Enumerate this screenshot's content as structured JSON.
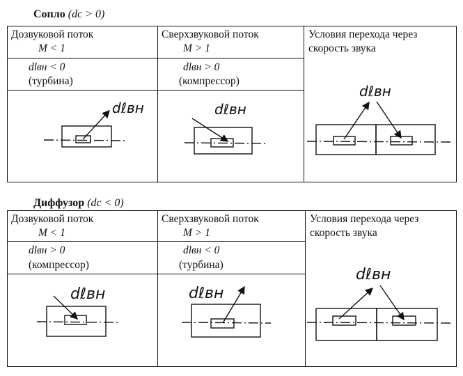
{
  "nozzle": {
    "title_bold": "Сопло",
    "title_cond": "(dc > 0)",
    "col1": {
      "header": "Дозвуковой поток",
      "mach": "M < 1",
      "cond": "dlвн < 0",
      "type": "(турбина)"
    },
    "col2": {
      "header": "Сверхзвуковой поток",
      "mach": "M > 1",
      "cond": "dlвн > 0",
      "type": "(компрессор)"
    },
    "col3": {
      "header_line1": "Условия перехода через",
      "header_line2": "скорость звука"
    }
  },
  "diffuser": {
    "title_bold": "Диффузор",
    "title_cond": "(dc < 0)",
    "col1": {
      "header": "Дозвуковой поток",
      "mach": "M < 1",
      "cond": "dlвн > 0",
      "type": "(компрессор)"
    },
    "col2": {
      "header": "Сверхзвуковой поток",
      "mach": "M > 1",
      "cond": "dlвн < 0",
      "type": "(турбина)"
    },
    "col3": {
      "header_line1": "Условия перехода через",
      "header_line2": "скорость звука"
    }
  },
  "sketch_label": "dℓвн"
}
